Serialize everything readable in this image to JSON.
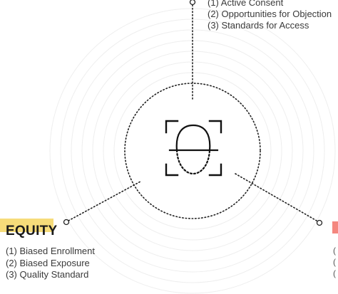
{
  "consent": {
    "items": [
      "(1) Active Consent",
      "(2) Opportunities for Objection",
      "(3) Standards for Access"
    ]
  },
  "equity": {
    "title": "EQUITY",
    "items": [
      "(1) Biased Enrollment",
      "(2) Biased Exposure",
      "(3) Quality Standard"
    ]
  },
  "right_fragment": {
    "glyphs": [
      "(",
      "(",
      "("
    ]
  },
  "colors": {
    "equity_highlight": "#f6dc7a",
    "right_tab": "#f4877f",
    "line": "#222222",
    "ripples": "#ececec"
  },
  "icons": {
    "center": "face-scan-icon"
  }
}
